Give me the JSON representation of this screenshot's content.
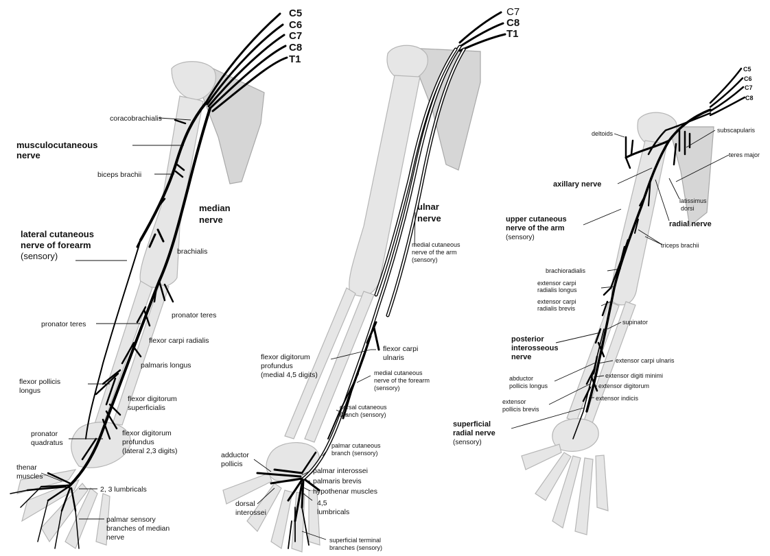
{
  "median_panel": {
    "roots": [
      "C5",
      "C6",
      "C7",
      "C8",
      "T1"
    ],
    "labels": {
      "coracobrachialis": "coracobrachialis",
      "musculocutaneous": [
        "musculocutaneous",
        "nerve"
      ],
      "biceps": "biceps brachii",
      "median": [
        "median",
        "nerve"
      ],
      "lateral_cutaneous": [
        "lateral cutaneous",
        "nerve of forearm",
        "(sensory)"
      ],
      "brachialis": "brachialis",
      "pronator_teres_left": "pronator teres",
      "pronator_teres_right": "pronator teres",
      "flexor_carpi_radialis": "flexor carpi radialis",
      "palmaris_longus": "palmaris longus",
      "flexor_pollicis_longus": [
        "flexor pollicis",
        "longus"
      ],
      "flexor_digitorum_superficialis": [
        "flexor digitorum",
        "superficialis"
      ],
      "pronator_quadratus": [
        "pronator",
        "quadratus"
      ],
      "flexor_digitorum_profundus": [
        "flexor digitorum",
        "profundus",
        "(lateral 2,3 digits)"
      ],
      "thenar": [
        "thenar",
        "muscles"
      ],
      "lumbricals": "2, 3 lumbricals",
      "palmar_sensory": [
        "palmar sensory",
        "branches of median",
        "nerve"
      ]
    }
  },
  "ulnar_panel": {
    "roots": [
      "C7",
      "C8",
      "T1"
    ],
    "labels": {
      "ulnar": [
        "ulnar",
        "nerve"
      ],
      "medial_cutaneous_arm": [
        "medial cutaneous",
        "nerve of the arm",
        "(sensory)"
      ],
      "flexor_carpi_ulnaris": [
        "flexor carpi",
        "ulnaris"
      ],
      "flexor_digitorum_profundus": [
        "flexor digitorum",
        "profundus",
        "(medial 4,5 digits)"
      ],
      "medial_cutaneous_forearm": [
        "medial cutaneous",
        "nerve of the forearm",
        "(sensory)"
      ],
      "dorsal_cutaneous": [
        "dorsal cutaneous",
        "branch (sensory)"
      ],
      "palmar_cutaneous": [
        "palmar cutaneous",
        "branch (sensory)"
      ],
      "adductor_pollicis": [
        "adductor",
        "pollicis"
      ],
      "palmar_interossei": "palmar interossei",
      "palmaris_brevis": "palmaris brevis",
      "hypothenar": "hypothenar muscles",
      "dorsal_interossei": [
        "dorsal",
        "interossei"
      ],
      "lumbricals": [
        "4,5",
        "lumbricals"
      ],
      "superficial_terminal": [
        "superficial terminal",
        "branches (sensory)"
      ]
    }
  },
  "radial_panel": {
    "roots": [
      "C5",
      "C6",
      "C7",
      "C8"
    ],
    "labels": {
      "deltoids": "deltoids",
      "subscapularis": "subscapularis",
      "teres_major": "teres major",
      "axillary": "axillary nerve",
      "latissimus": [
        "latissimus",
        "dorsi"
      ],
      "radial": "radial nerve",
      "upper_cutaneous": [
        "upper cutaneous",
        "nerve of the arm",
        "(sensory)"
      ],
      "triceps": "triceps brachii",
      "brachioradialis": "brachioradialis",
      "ecr_longus": [
        "extensor carpi",
        "radialis longus"
      ],
      "ecr_brevis": [
        "extensor carpi",
        "radialis brevis"
      ],
      "supinator": "supinator",
      "posterior_interosseous": [
        "posterior",
        "interosseous",
        "nerve"
      ],
      "extensor_carpi_ulnaris": "extensor carpi ulnaris",
      "abductor_pollicis_longus": [
        "abductor",
        "pollicis longus"
      ],
      "extensor_digiti_minimi": "extensor digiti minimi",
      "extensor_digitorum": "extensor digitorum",
      "extensor_pollicis_brevis": [
        "extensor",
        "pollicis brevis"
      ],
      "extensor_indicis": "extensor indicis",
      "superficial_radial": [
        "superficial",
        "radial nerve",
        "(sensory)"
      ]
    }
  },
  "colors": {
    "bone_fill": "#e6e6e6",
    "bone_stroke": "#b5b5b5",
    "nerve": "#000000"
  }
}
